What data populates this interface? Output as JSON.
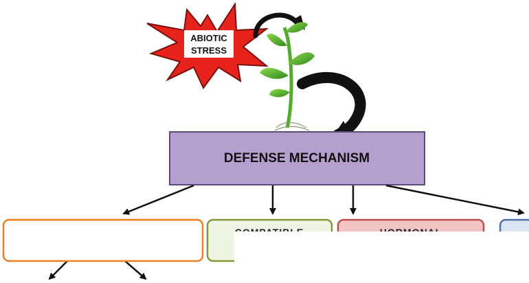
{
  "stress_burst": {
    "label_line1": "ABIOTIC",
    "label_line2": "STRESS",
    "color": "#e8231c"
  },
  "main_box": {
    "label": "DEFENSE MECHANISM",
    "fill": "#b59fce",
    "border": "#5b4a7a"
  },
  "branches": [
    {
      "label": "",
      "border": "#ef7d22",
      "fill": "#ffffff"
    },
    {
      "label": "COMPATIBLE",
      "border": "#7e9a3c",
      "fill": "#eef4e2"
    },
    {
      "label": "HORMONAL",
      "border": "#c0504d",
      "fill": "#f2c4c4"
    },
    {
      "label": "",
      "border": "#4f6fa8",
      "fill": "#dbe4f2"
    }
  ],
  "colors": {
    "arrow": "#111111",
    "plant_green": "#5cb82e",
    "plant_dark": "#2e7d1a"
  },
  "icons": [
    "starburst-icon",
    "plant-icon",
    "curved-arrow-icon"
  ]
}
